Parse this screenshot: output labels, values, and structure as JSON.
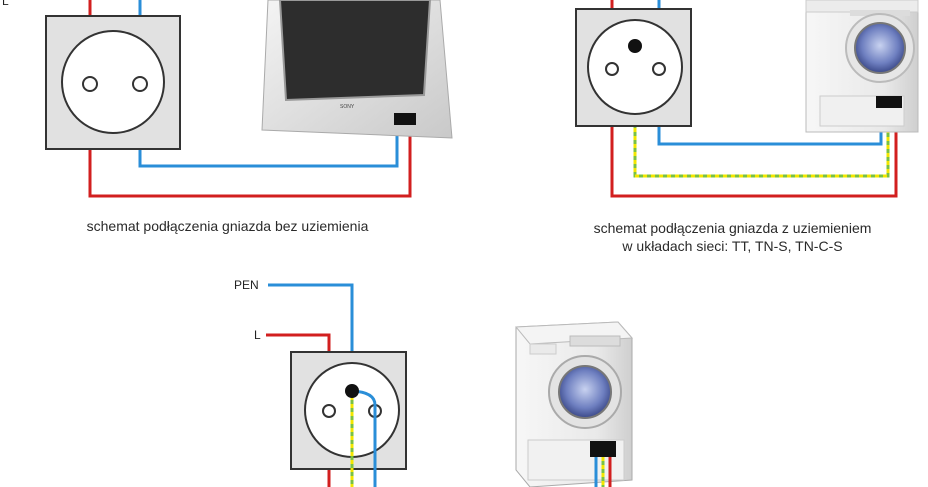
{
  "captions": {
    "top_left": "schemat podłączenia gniazda bez uziemienia",
    "top_right_line1": "schemat podłączenia gniazda z uziemieniem",
    "top_right_line2": "w układach sieci: TT, TN-S, TN-C-S"
  },
  "wire_labels": {
    "top_left_cut": "L",
    "pen": "PEN",
    "l": "L"
  },
  "tv_brand": "SONY",
  "colors": {
    "phase": "#d21f1f",
    "neutral": "#2a8ed8",
    "earth_green": "#7ac142",
    "earth_yellow": "#f2e600",
    "outlet_frame": "#e1e1e1",
    "junction_box": "#111111"
  },
  "icons": {
    "tv": "crt-tv-icon",
    "washer": "washing-machine-icon",
    "outlet": "wall-socket-icon"
  }
}
